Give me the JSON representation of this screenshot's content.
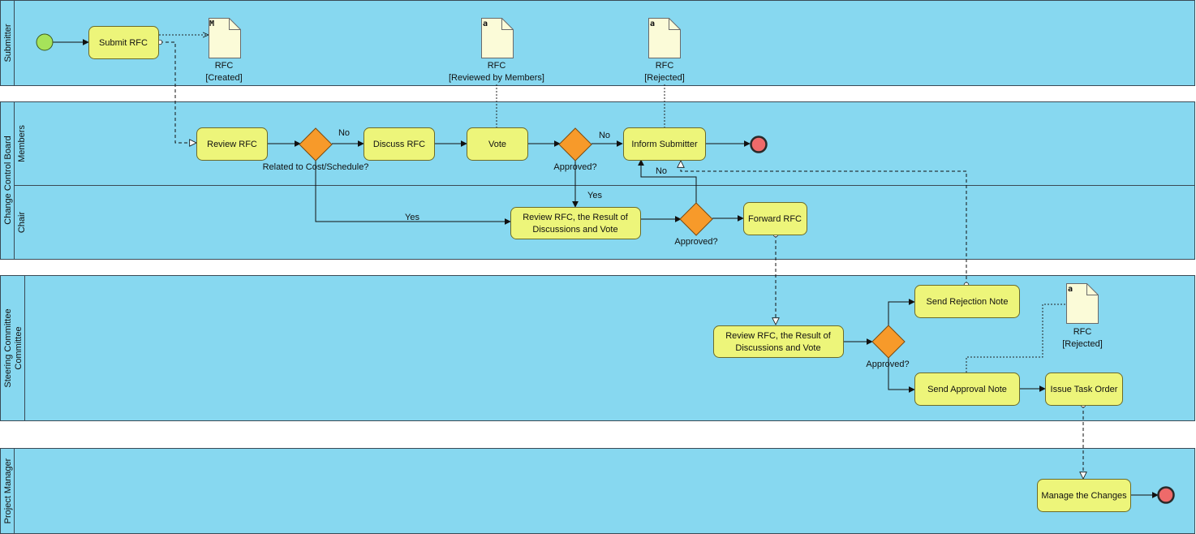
{
  "pools": {
    "submitter": "Submitter",
    "ccb": "Change Control Board",
    "members": "Members",
    "chair": "Chair",
    "steering": "Steering Committee",
    "pm": "Project Manager"
  },
  "tasks": {
    "submit_rfc": "Submit RFC",
    "review_rfc": "Review RFC",
    "discuss_rfc": "Discuss RFC",
    "vote": "Vote",
    "inform_submitter": "Inform Submitter",
    "chair_review_l1": "Review RFC, the Result of",
    "chair_review_l2": "Discussions and Vote",
    "forward_rfc": "Forward RFC",
    "sc_review_l1": "Review RFC, the Result of",
    "sc_review_l2": "Discussions and Vote",
    "send_rejection": "Send Rejection Note",
    "send_approval": "Send Approval Note",
    "issue_task": "Issue Task Order",
    "manage_changes": "Manage the Changes"
  },
  "gateways": {
    "related": "Related to Cost/Schedule?",
    "approved_members": "Approved?",
    "approved_chair": "Approved?",
    "approved_sc": "Approved?"
  },
  "edge_labels": {
    "no1": "No",
    "no2": "No",
    "no3": "No",
    "yes1": "Yes",
    "yes2": "Yes"
  },
  "documents": {
    "created_name": "RFC",
    "created_state": "[Created]",
    "created_glyph": "M",
    "reviewed_name": "RFC",
    "reviewed_state": "[Reviewed by Members]",
    "reviewed_glyph": "a",
    "rejected_name": "RFC",
    "rejected_state": "[Rejected]",
    "rejected_glyph": "a",
    "rejected2_name": "RFC",
    "rejected2_state": "[Rejected]",
    "rejected2_glyph": "a"
  },
  "colors": {
    "lane": "#87d8f0",
    "task": "#edf57a",
    "gateway": "#f79a2a",
    "start": "#a6e35a",
    "end": "#ee6a6a"
  }
}
